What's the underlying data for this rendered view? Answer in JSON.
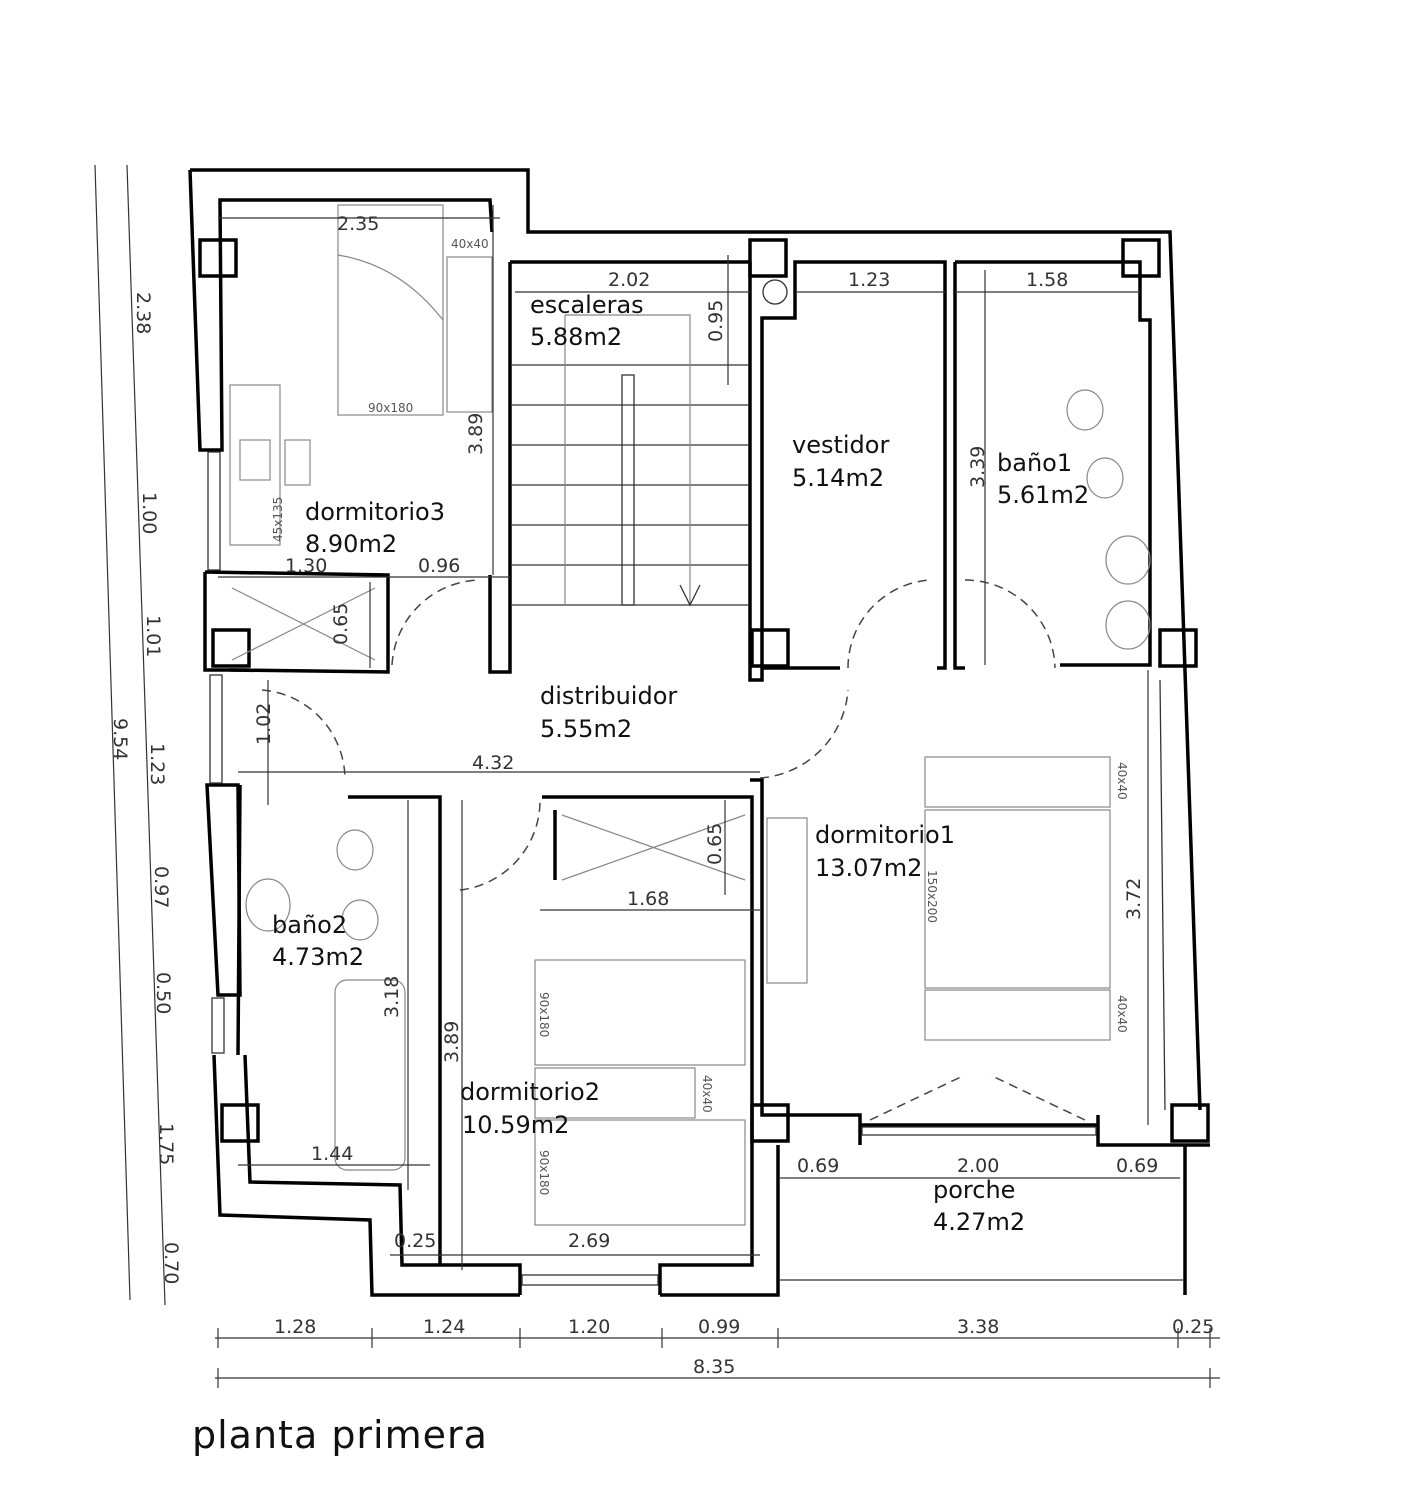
{
  "title": "planta primera",
  "rooms": [
    {
      "name": "dormitorio3",
      "area": "8.90m2"
    },
    {
      "name": "escaleras",
      "area": "5.88m2"
    },
    {
      "name": "vestidor",
      "area": "5.14m2"
    },
    {
      "name": "baño1",
      "area": "5.61m2"
    },
    {
      "name": "distribuidor",
      "area": "5.55m2"
    },
    {
      "name": "dormitorio1",
      "area": "13.07m2"
    },
    {
      "name": "baño2",
      "area": "4.73m2"
    },
    {
      "name": "dormitorio2",
      "area": "10.59m2"
    },
    {
      "name": "porche",
      "area": "4.27m2"
    }
  ],
  "interior_dims": [
    "2.35",
    "2.02",
    "1.23",
    "1.58",
    "1.30",
    "0.96",
    "4.32",
    "1.68",
    "1.44",
    "0.25",
    "2.69",
    "0.69",
    "2.00",
    "0.69"
  ],
  "interior_dims_vertical": [
    "0.95",
    "3.89",
    "0.65",
    "1.02",
    "3.39",
    "3.72",
    "0.65",
    "3.18",
    "3.89"
  ],
  "furniture_labels": [
    "40x40",
    "90x180",
    "45x135",
    "40x40",
    "150x200",
    "40x40",
    "90x180",
    "40x40",
    "90x180"
  ],
  "left_dims": [
    "2.38",
    "1.00",
    "1.01",
    "9.54",
    "1.23",
    "0.97",
    "0.50",
    "1.75",
    "0.70"
  ],
  "bottom_dims": [
    "1.28",
    "1.24",
    "1.20",
    "0.99",
    "3.38",
    "0.25"
  ],
  "bottom_total": "8.35"
}
